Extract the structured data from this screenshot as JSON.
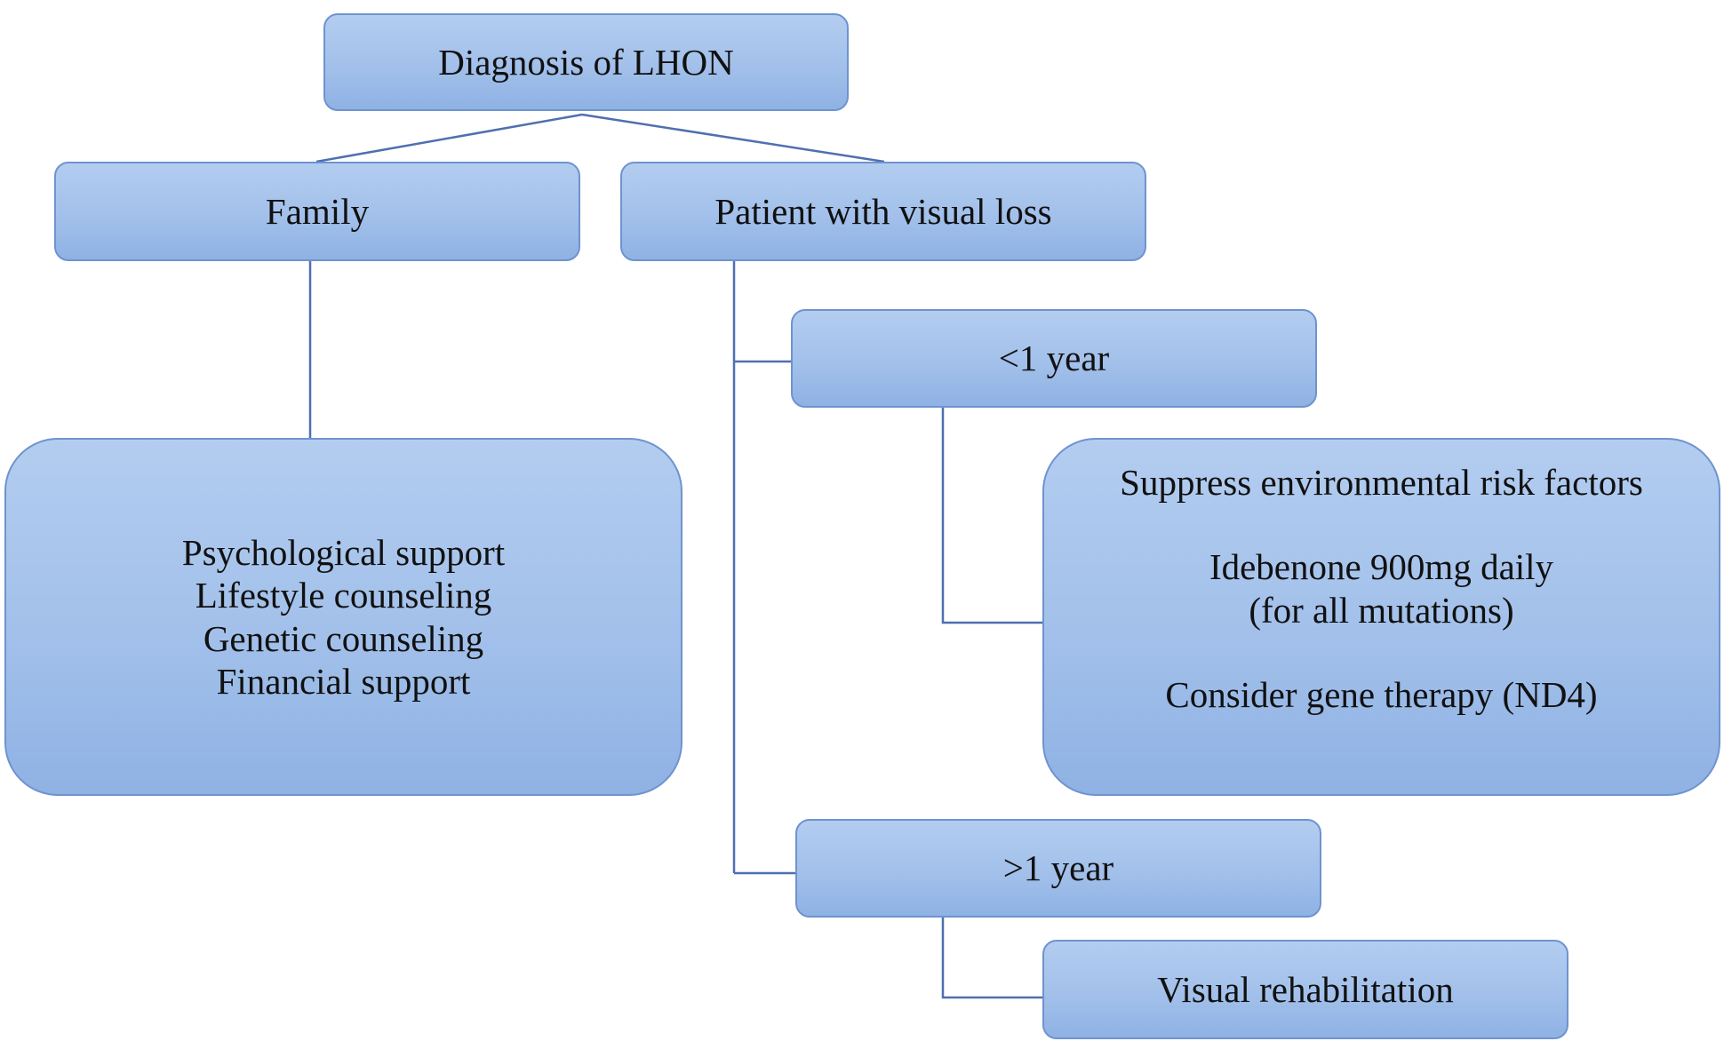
{
  "diagram": {
    "line_color": "#4f6fb0",
    "box_fill": "#a7c4ec",
    "box_border": "#6f93cf",
    "nodes": {
      "diagnosis": {
        "label": "Diagnosis of LHON"
      },
      "family": {
        "label": "Family"
      },
      "patient": {
        "label": "Patient with visual loss"
      },
      "less_than_one_year": {
        "label": "<1 year"
      },
      "greater_than_one_year": {
        "label": ">1 year"
      },
      "family_support": {
        "lines": [
          "Psychological support",
          "Lifestyle counseling",
          "Genetic counseling",
          "Financial support"
        ]
      },
      "treatment": {
        "line_1": "Suppress environmental risk factors",
        "line_2": "Idebenone 900mg daily",
        "line_3": "(for all mutations)",
        "line_4": "Consider gene therapy (ND4)"
      },
      "rehabilitation": {
        "label": "Visual rehabilitation"
      }
    }
  }
}
